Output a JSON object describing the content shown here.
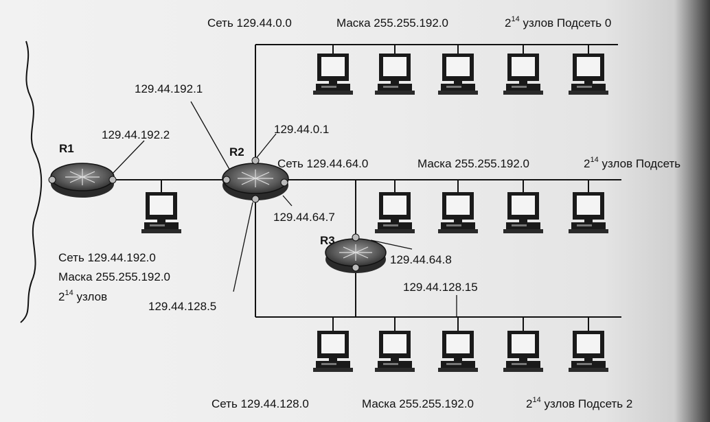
{
  "routers": [
    {
      "id": "r1",
      "name": "R1"
    },
    {
      "id": "r2",
      "name": "R2"
    },
    {
      "id": "r3",
      "name": "R3"
    }
  ],
  "subnet0": {
    "net": "Сеть 129.44.0.0",
    "mask": "Маска 255.255.192.0",
    "hosts_base": "2",
    "hosts_exp": "14",
    "hosts_text": "узлов Подсеть 0"
  },
  "subnet1": {
    "net": "Сеть 129.44.64.0",
    "mask": "Маска 255.255.192.0",
    "hosts_base": "2",
    "hosts_exp": "14",
    "hosts_text": "узлов Подсеть"
  },
  "subnet2": {
    "net": "Сеть 129.44.128.0",
    "mask": "Маска 255.255.192.0",
    "hosts_base": "2",
    "hosts_exp": "14",
    "hosts_text": "узлов Подсеть 2"
  },
  "subnet_left": {
    "net": "Сеть 129.44.192.0",
    "mask": "Маска 255.255.192.0",
    "hosts_base": "2",
    "hosts_exp": "14",
    "hosts_text": "узлов"
  },
  "ips": {
    "r2_left": "129.44.192.1",
    "r1_right": "129.44.192.2",
    "r2_top": "129.44.0.1",
    "r2_right": "129.44.64.7",
    "r2_bottom": "129.44.128.5",
    "r3_top": "129.44.64.8",
    "r3_bottom": "129.44.128.15"
  }
}
